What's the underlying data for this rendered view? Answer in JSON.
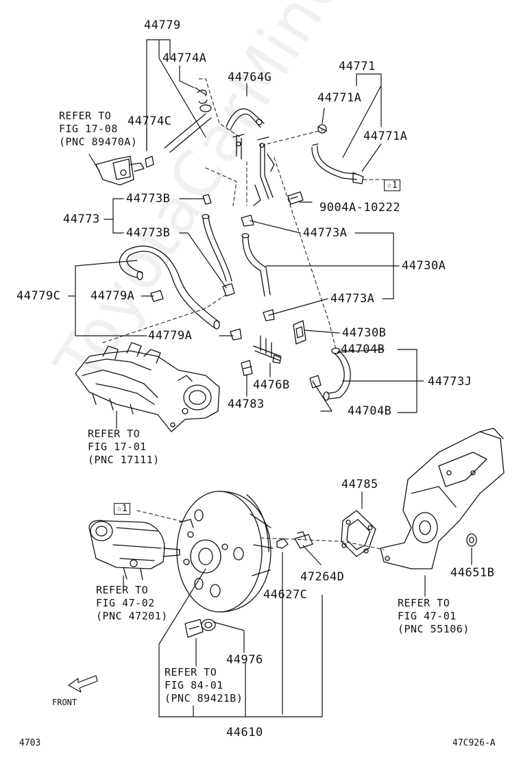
{
  "watermark": "ToyotaCarMine.ru",
  "parts": {
    "p44779": "44779",
    "p44774A": "44774A",
    "p44774C": "44774C",
    "p44764G": "44764G",
    "p44771": "44771",
    "p44771A_1": "44771A",
    "p44771A_2": "44771A",
    "p9004A": "9004A-10222",
    "p44773": "44773",
    "p44773B_1": "44773B",
    "p44773B_2": "44773B",
    "p44773A_1": "44773A",
    "p44773A_2": "44773A",
    "p44730A": "44730A",
    "p44779C": "44779C",
    "p44779A_1": "44779A",
    "p44779A_2": "44779A",
    "p44730B": "44730B",
    "p44704B_1": "44704B",
    "p44704B_2": "44704B",
    "p44773J": "44773J",
    "p4476B": "4476B",
    "p44783": "44783",
    "p44785": "44785",
    "p44651B": "44651B",
    "p47264D": "47264D",
    "p44627C": "44627C",
    "p44976": "44976",
    "p44610": "44610"
  },
  "refs": {
    "ref1": "REFER TO\nFIG 17-08\n(PNC 89470A)",
    "ref2": "REFER TO\nFIG 17-01\n(PNC 17111)",
    "ref3": "REFER TO\nFIG 47-02\n(PNC 47201)",
    "ref4": "REFER TO\nFIG 47-01\n(PNC 55106)",
    "ref5": "REFER TO\nFIG 84-01\n(PNC 89421B)"
  },
  "star_marks": {
    "star_a": "☆1",
    "star_b": "☆1"
  },
  "front_label": "FRONT",
  "footer": {
    "page_id": "4703",
    "drawing_id": "47C926-A"
  }
}
